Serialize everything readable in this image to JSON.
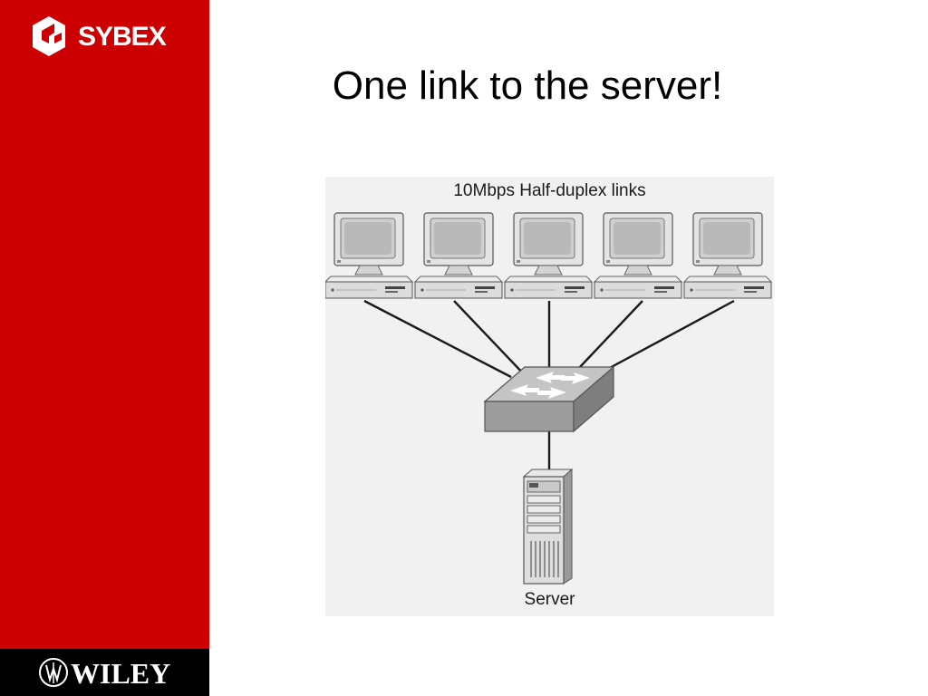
{
  "logos": {
    "publisher": "SYBEX",
    "footer": "WILEY"
  },
  "slide": {
    "title": "One link to the server!"
  },
  "diagram": {
    "caption": "10Mbps Half-duplex links",
    "server_label": "Server",
    "workstation_count": 5,
    "colors": {
      "sidebar": "#cc0000",
      "footer": "#000000",
      "diagram_bg": "#f1f1f1"
    }
  }
}
